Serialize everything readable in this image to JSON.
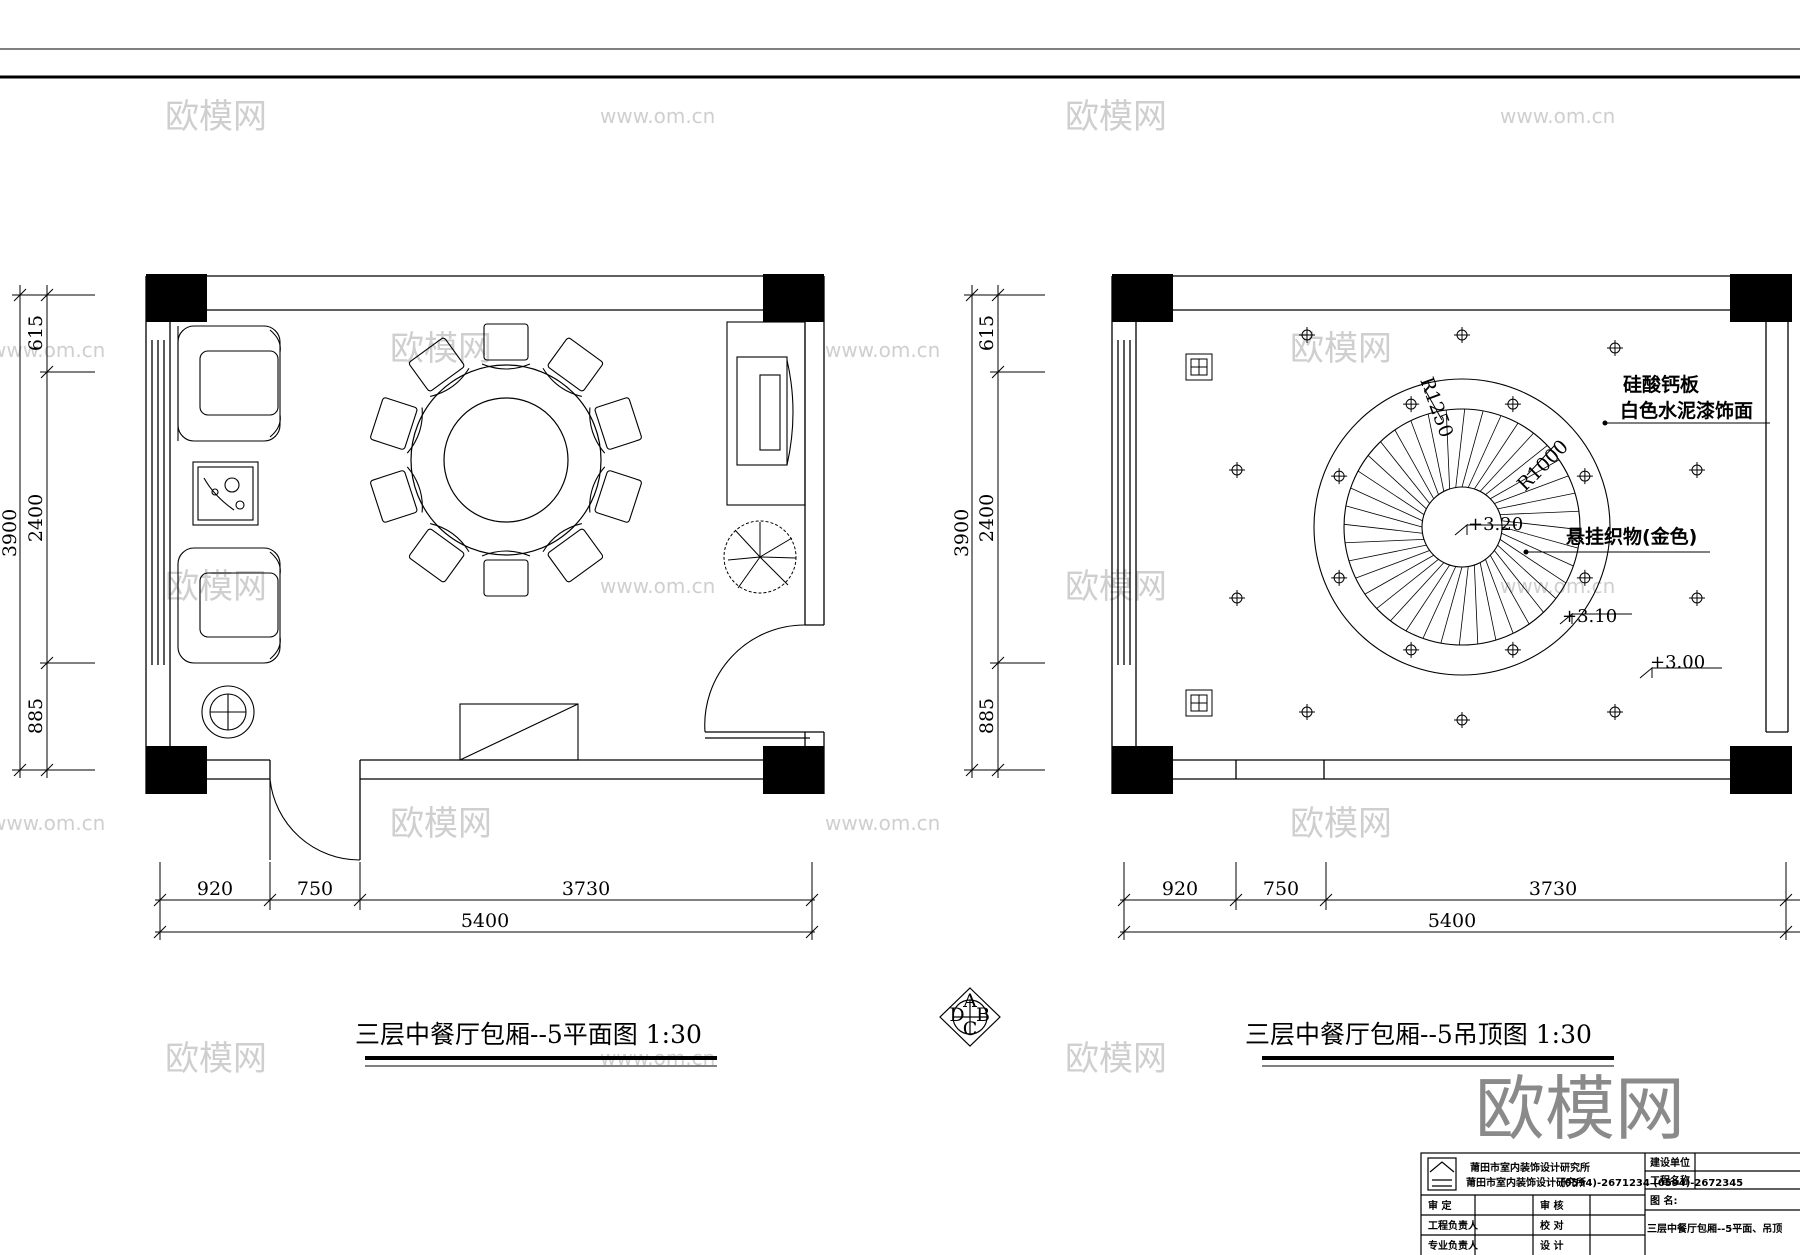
{
  "watermark": {
    "brand": "欧模网",
    "site": "www.om.cn",
    "big_brand": "欧模网"
  },
  "plan": {
    "title": "三层中餐厅包厢--5平面图  1:30",
    "dims_h": [
      "920",
      "750",
      "3730"
    ],
    "dim_total_h": "5400",
    "dims_v": [
      "615",
      "2400",
      "885"
    ],
    "dim_total_v": "3900"
  },
  "ceiling": {
    "title": "三层中餐厅包厢--5吊顶图  1:30",
    "dims_h": [
      "920",
      "750",
      "3730"
    ],
    "dim_total_h": "5400",
    "dims_v": [
      "615",
      "2400",
      "885"
    ],
    "dim_total_v": "3900",
    "note_material_1": "硅酸钙板",
    "note_material_2": "白色水泥漆饰面",
    "note_hanging": "悬挂织物(金色)",
    "radius_outer": "R1250",
    "radius_inner": "R1000",
    "level_top": "+3.20",
    "level_mid": "+3.10",
    "level_base": "+3.00"
  },
  "compass_letters": [
    "A",
    "B",
    "C",
    "D"
  ],
  "title_block": {
    "company": "莆田市室内装饰设计研究所",
    "company_sub": "莆田市室内装饰设计研究所",
    "phones": "(0594)-2671234  (0594)-2672345",
    "client_label": "建设单位",
    "project_label": "工程名称",
    "drawing_name_label": "图 名:",
    "drawing_name": "三层中餐厅包厢--5平面、吊顶",
    "rows": [
      {
        "left": "审    定",
        "right": "审    核"
      },
      {
        "left": "工程负责人",
        "right": "校    对"
      },
      {
        "left": "专业负责人",
        "right": "设    计"
      }
    ]
  }
}
